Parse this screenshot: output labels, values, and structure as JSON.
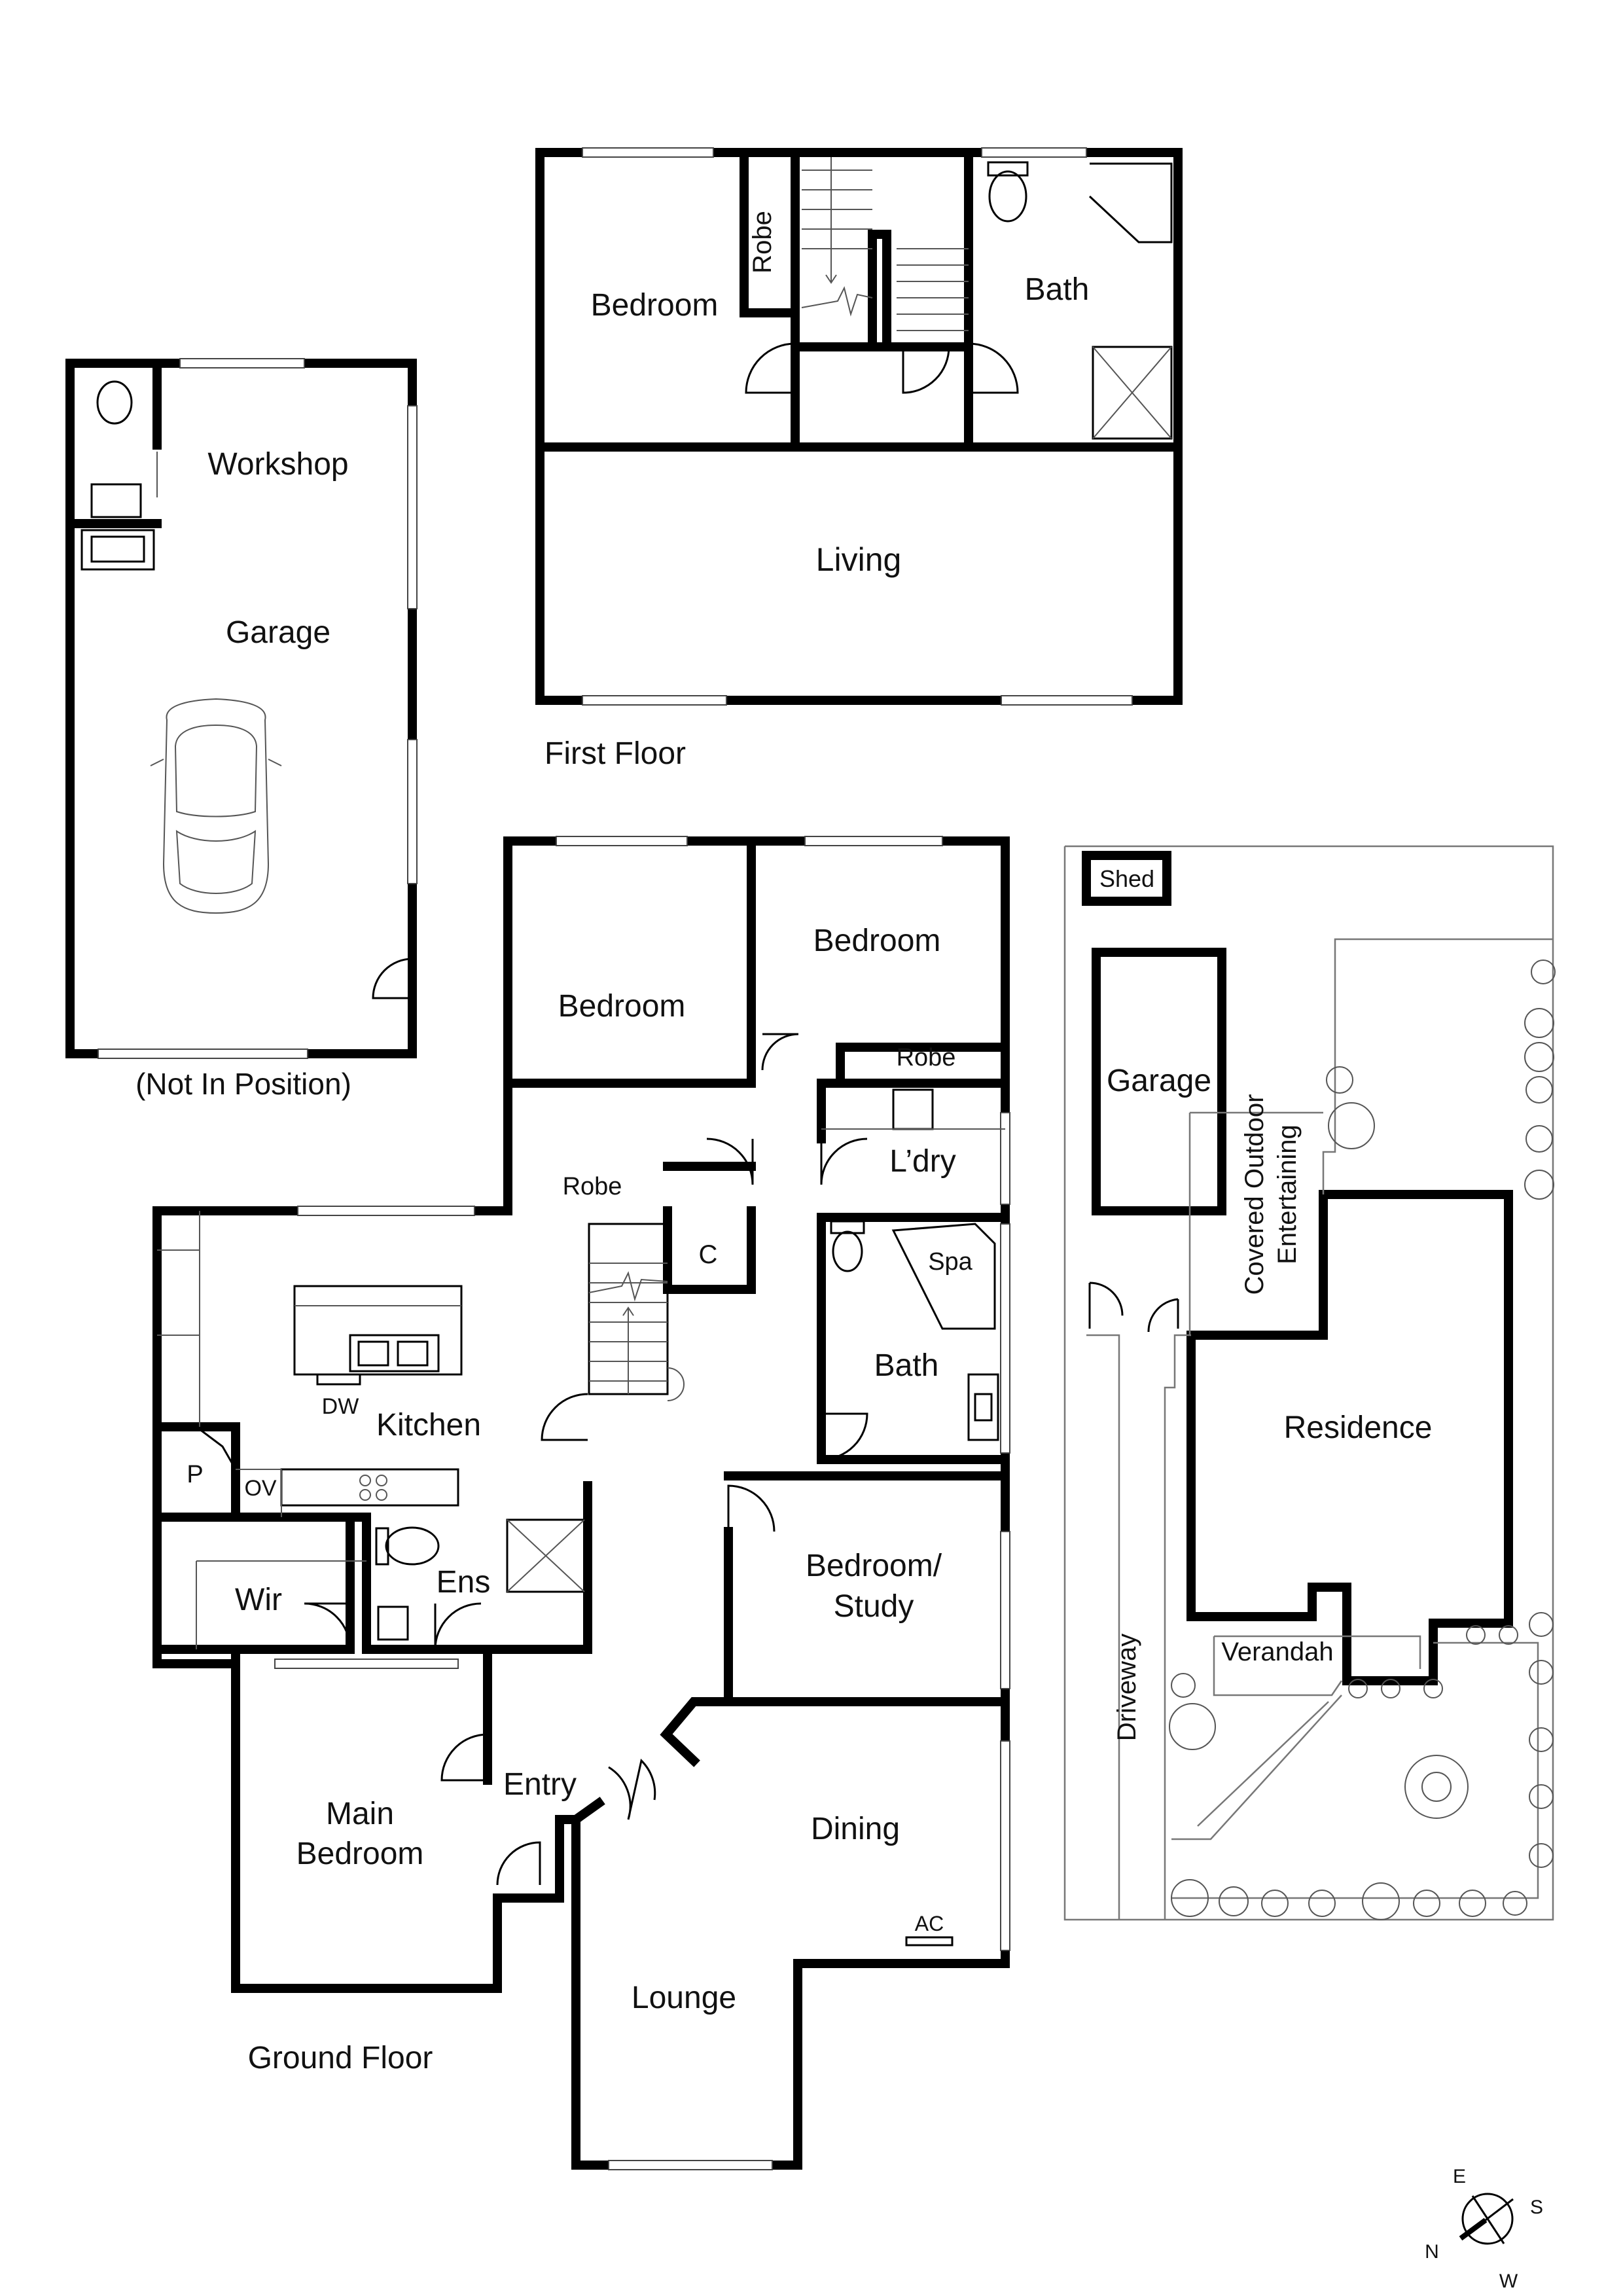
{
  "first_floor": {
    "caption": "First Floor",
    "rooms": {
      "bedroom": "Bedroom",
      "robe": "Robe",
      "bath": "Bath",
      "living": "Living"
    }
  },
  "garage_building": {
    "caption": "(Not In Position)",
    "rooms": {
      "workshop": "Workshop",
      "garage": "Garage"
    }
  },
  "ground_floor": {
    "caption": "Ground Floor",
    "rooms": {
      "bedroom_1": "Bedroom",
      "bedroom_2": "Bedroom",
      "robe_1": "Robe",
      "robe_2": "Robe",
      "laundry": "L’dry",
      "cupboard": "C",
      "spa": "Spa",
      "bath": "Bath",
      "dishwasher": "DW",
      "kitchen": "Kitchen",
      "pantry": "P",
      "oven": "OV",
      "bedroom_study_line1": "Bedroom/",
      "bedroom_study_line2": "Study",
      "wir": "Wir",
      "ensuite": "Ens",
      "entry": "Entry",
      "main_bedroom_line1": "Main",
      "main_bedroom_line2": "Bedroom",
      "dining": "Dining",
      "ac": "AC",
      "lounge": "Lounge"
    }
  },
  "site_plan": {
    "shed": "Shed",
    "garage": "Garage",
    "covered_line1": "Covered Outdoor",
    "covered_line2": "Entertaining",
    "residence": "Residence",
    "verandah": "Verandah",
    "driveway": "Driveway"
  },
  "compass": {
    "north": "N",
    "east": "E",
    "south": "S",
    "west": "W"
  }
}
